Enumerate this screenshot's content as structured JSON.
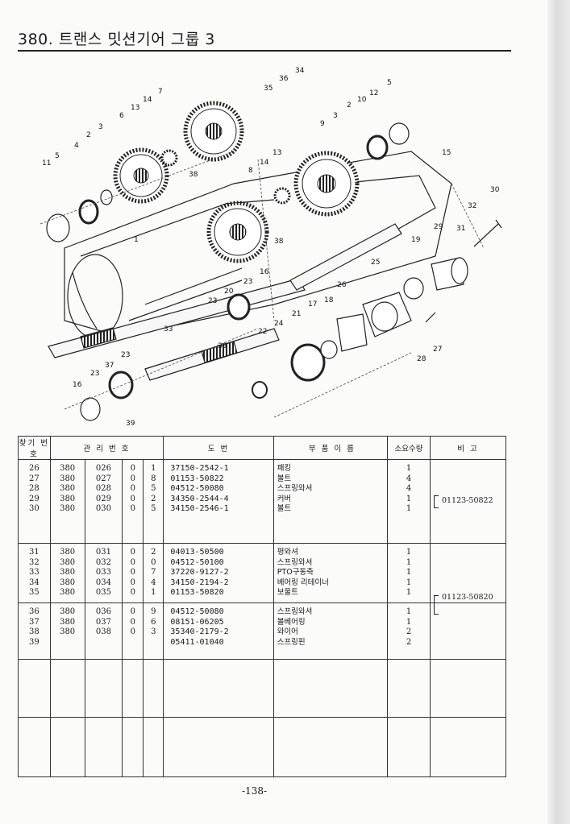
{
  "page": {
    "title": "380. 트랜스 밋션기어 그룹 3",
    "page_number": "-138-"
  },
  "diagram": {
    "callouts": [
      "1",
      "2",
      "3",
      "4",
      "5",
      "6",
      "7",
      "8",
      "9",
      "10",
      "11",
      "12",
      "13",
      "14",
      "15",
      "16",
      "17",
      "18",
      "19",
      "20",
      "21",
      "22",
      "23",
      "24",
      "25",
      "26",
      "27",
      "28",
      "29",
      "30",
      "31",
      "32",
      "33",
      "34",
      "35",
      "36",
      "37",
      "38",
      "39"
    ]
  },
  "table": {
    "headers": {
      "index": "찾기 번호",
      "management": "관 리 번 호",
      "drawing": "도 번",
      "name": "부 품 이 름",
      "qty": "소요수량",
      "remarks": "비 고"
    },
    "groups": [
      {
        "rows": [
          {
            "no": "26",
            "a": "380",
            "b": "026",
            "c": "0",
            "d": "1",
            "part": "37150-2542-1",
            "name": "패킹",
            "qty": "1"
          },
          {
            "no": "27",
            "a": "380",
            "b": "027",
            "c": "0",
            "d": "8",
            "part": "01153-50822",
            "name": "볼트",
            "qty": "4"
          },
          {
            "no": "28",
            "a": "380",
            "b": "028",
            "c": "0",
            "d": "5",
            "part": "04512-50080",
            "name": "스프링와셔",
            "qty": "4"
          },
          {
            "no": "29",
            "a": "380",
            "b": "029",
            "c": "0",
            "d": "2",
            "part": "34350-2544-4",
            "name": "커버",
            "qty": "1"
          },
          {
            "no": "30",
            "a": "380",
            "b": "030",
            "c": "0",
            "d": "5",
            "part": "34150-2546-1",
            "name": "볼트",
            "qty": "1"
          }
        ],
        "remark": "01123-50822"
      },
      {
        "rows": [
          {
            "no": "31",
            "a": "380",
            "b": "031",
            "c": "0",
            "d": "2",
            "part": "04013-50500",
            "name": "평와셔",
            "qty": "1"
          },
          {
            "no": "32",
            "a": "380",
            "b": "032",
            "c": "0",
            "d": "0",
            "part": "04512-50100",
            "name": "스프링와셔",
            "qty": "1"
          },
          {
            "no": "33",
            "a": "380",
            "b": "033",
            "c": "0",
            "d": "7",
            "part": "37220-9127-2",
            "name": "PTO구동축",
            "qty": "1"
          },
          {
            "no": "34",
            "a": "380",
            "b": "034",
            "c": "0",
            "d": "4",
            "part": "34150-2194-2",
            "name": "베어링 리테이너",
            "qty": "1"
          },
          {
            "no": "35",
            "a": "380",
            "b": "035",
            "c": "0",
            "d": "1",
            "part": "01153-50820",
            "name": "보울트",
            "qty": "1"
          }
        ],
        "remark": "01123-50820"
      },
      {
        "rows": [
          {
            "no": "36",
            "a": "380",
            "b": "036",
            "c": "0",
            "d": "9",
            "part": "04512-50080",
            "name": "스프링와셔",
            "qty": "1"
          },
          {
            "no": "37",
            "a": "380",
            "b": "037",
            "c": "0",
            "d": "6",
            "part": "08151-06205",
            "name": "볼베어링",
            "qty": "1"
          },
          {
            "no": "38",
            "a": "380",
            "b": "038",
            "c": "0",
            "d": "3",
            "part": "35340-2179-2",
            "name": "와이어",
            "qty": "2"
          },
          {
            "no": "39",
            "a": "",
            "b": "",
            "c": "",
            "d": "",
            "part": "05411-01040",
            "name": "스프링핀",
            "qty": "2"
          }
        ],
        "remark": ""
      }
    ]
  }
}
